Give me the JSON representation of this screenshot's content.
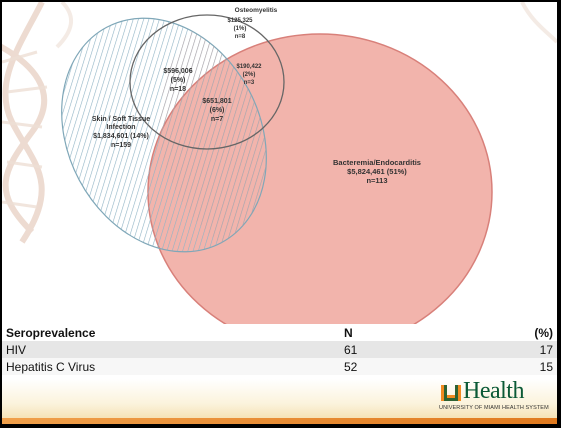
{
  "colors": {
    "bacteremia_fill": "#f2b4ac",
    "bacteremia_stroke": "#d8807a",
    "skin_stroke": "#7fa7b8",
    "osteo_stroke": "#666666",
    "table_header_bg": "#ffffff",
    "table_odd_bg": "#e6e6e6",
    "footer_accent": "#e07a1f",
    "logo_green": "#0b5a36",
    "logo_orange": "#f18a21"
  },
  "venn": {
    "osteomyelitis": {
      "label": "Osteomyelitis"
    },
    "osteo_only": {
      "amount": "$125,325",
      "pct": "(1%)",
      "n": "n=8"
    },
    "skin_osteo": {
      "amount": "$596,006",
      "pct": "(5%)",
      "n": "n=18"
    },
    "osteo_bact": {
      "amount": "$190,422",
      "pct": "(2%)",
      "n": "n=3"
    },
    "triple": {
      "amount": "$651,801",
      "pct": "(6%)",
      "n": "n=7"
    },
    "skin": {
      "line1": "Skin / Soft Tissue",
      "line2": "Infection",
      "amount": "$1,834,601 (14%)",
      "n": "n=159"
    },
    "bacteremia": {
      "line1": "Bacteremia/Endocarditis",
      "amount": "$5,824,461 (51%)",
      "n": "n=113"
    }
  },
  "table": {
    "headers": {
      "label": "Seroprevalence",
      "n": "N",
      "pct": "(%)"
    },
    "rows": [
      {
        "label": "HIV",
        "n": "61",
        "pct": "17"
      },
      {
        "label": "Hepatitis C Virus",
        "n": "52",
        "pct": "15"
      }
    ]
  },
  "logo": {
    "word": "Health",
    "subtitle": "UNIVERSITY OF MIAMI HEALTH SYSTEM"
  }
}
